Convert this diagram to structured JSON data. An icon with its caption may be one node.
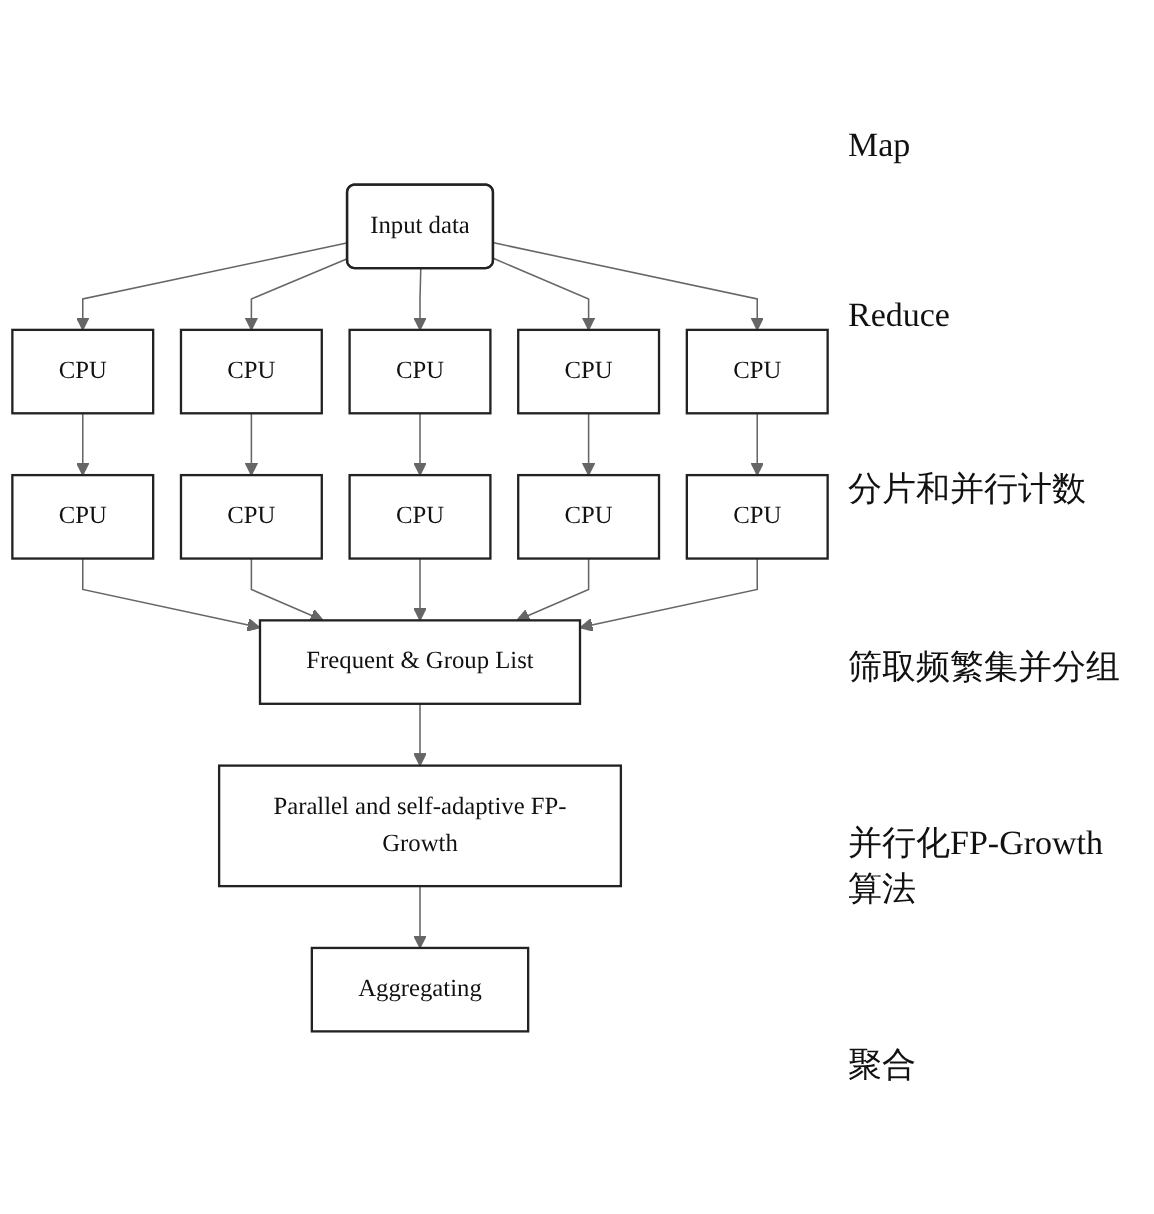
{
  "diagram": {
    "nodes": [
      {
        "text": [
          "Input data"
        ]
      },
      {
        "text": [
          "CPU"
        ]
      },
      {
        "text": [
          "CPU"
        ]
      },
      {
        "text": [
          "CPU"
        ]
      },
      {
        "text": [
          "CPU"
        ]
      },
      {
        "text": [
          "CPU"
        ]
      },
      {
        "text": [
          "CPU"
        ]
      },
      {
        "text": [
          "CPU"
        ]
      },
      {
        "text": [
          "CPU"
        ]
      },
      {
        "text": [
          "CPU"
        ]
      },
      {
        "text": [
          "CPU"
        ]
      },
      {
        "text": [
          "Frequent & Group List"
        ]
      },
      {
        "text": [
          "Parallel and self-adaptive FP-Growth"
        ]
      },
      {
        "text": [
          "Aggregating"
        ]
      }
    ],
    "edges": [
      {
        "from": 0,
        "to": 1,
        "arrow": "to"
      },
      {
        "from": 0,
        "to": 2,
        "arrow": "to"
      },
      {
        "from": 0,
        "to": 3,
        "arrow": "to"
      },
      {
        "from": 0,
        "to": 4,
        "arrow": "to"
      },
      {
        "from": 0,
        "to": 5,
        "arrow": "to"
      },
      {
        "from": 1,
        "to": 6,
        "arrow": "to"
      },
      {
        "from": 2,
        "to": 7,
        "arrow": "to"
      },
      {
        "from": 3,
        "to": 8,
        "arrow": "to"
      },
      {
        "from": 4,
        "to": 9,
        "arrow": "to"
      },
      {
        "from": 5,
        "to": 10,
        "arrow": "to"
      },
      {
        "from": 6,
        "to": 11,
        "arrow": "to"
      },
      {
        "from": 7,
        "to": 11,
        "arrow": "to"
      },
      {
        "from": 8,
        "to": 11,
        "arrow": "to"
      },
      {
        "from": 9,
        "to": 11,
        "arrow": "to"
      },
      {
        "from": 10,
        "to": 11,
        "arrow": "to"
      },
      {
        "from": 11,
        "to": 12,
        "arrow": "to"
      },
      {
        "from": 12,
        "to": 13,
        "arrow": "to"
      }
    ],
    "labels": [
      "Map",
      "Reduce",
      "分片和并行计数",
      "筛取频繁集并分组",
      "并行化FP-Growth算法",
      "聚合"
    ]
  }
}
